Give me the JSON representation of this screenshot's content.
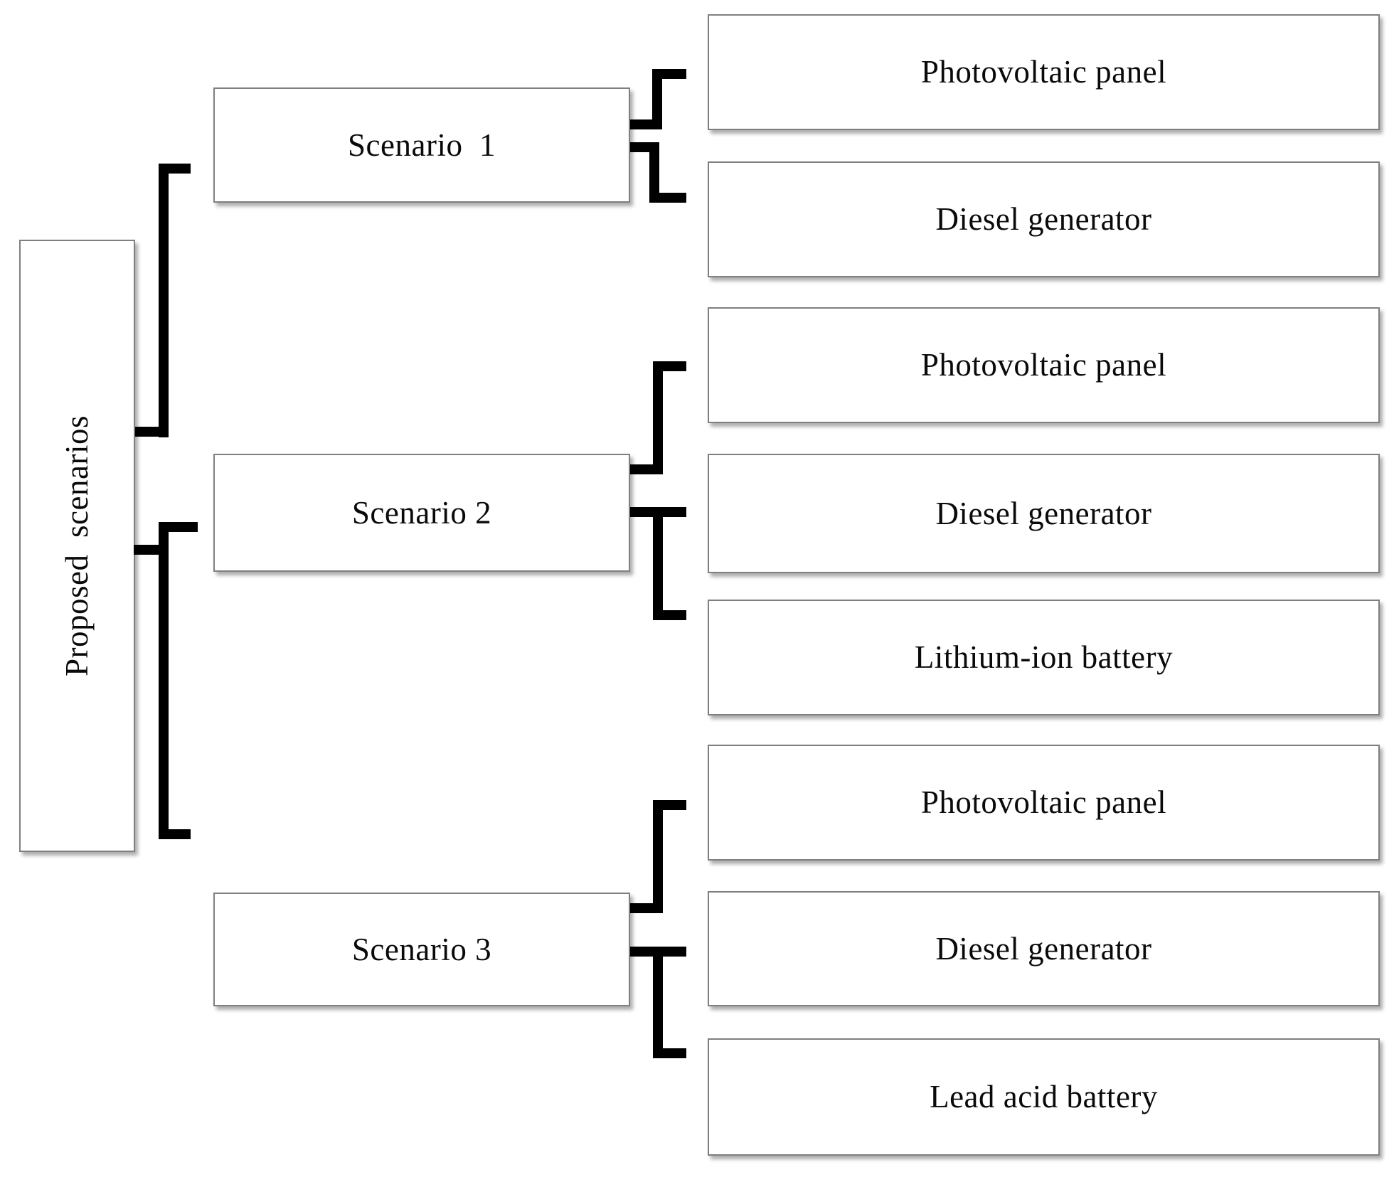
{
  "figure": {
    "type": "hierarchy-diagram",
    "root": {
      "label": "Proposed  scenarios"
    },
    "scenarios": [
      {
        "label": "Scenario  1",
        "children": [
          "Photovoltaic panel",
          "Diesel generator"
        ]
      },
      {
        "label": "Scenario 2",
        "children": [
          "Photovoltaic panel",
          "Diesel generator",
          "Lithium-ion battery"
        ]
      },
      {
        "label": "Scenario 3",
        "children": [
          "Photovoltaic panel",
          "Diesel generator",
          "Lead acid battery"
        ]
      }
    ],
    "colors": {
      "connector": "#000000",
      "box_border": "#7f7f7f",
      "box_fill": "#ffffff",
      "text": "#0a0a0a"
    }
  }
}
